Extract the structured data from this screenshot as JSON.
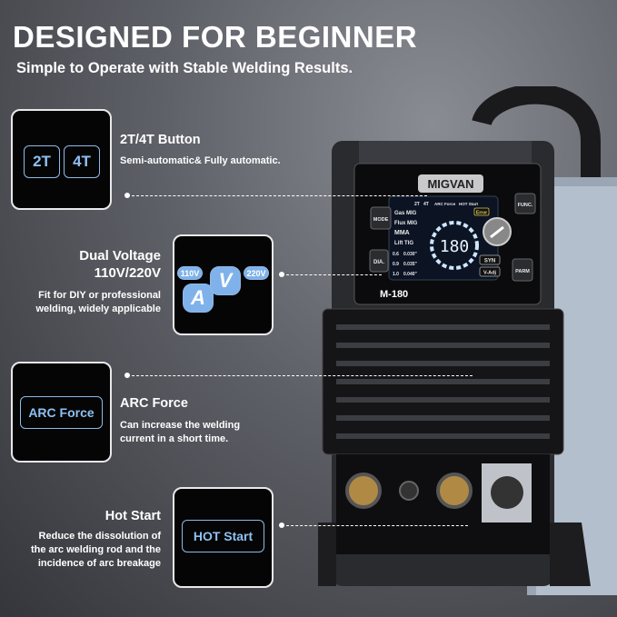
{
  "header": {
    "title": "DESIGNED FOR BEGINNER",
    "subtitle": "Simple to Operate with Stable Welding Results."
  },
  "features": [
    {
      "title": "2T/4T Button",
      "desc": [
        "Semi-automatic& Fully automatic."
      ],
      "keys": [
        "2T",
        "4T"
      ]
    },
    {
      "title": [
        "Dual Voltage",
        "110V/220V"
      ],
      "desc": [
        "Fit for DIY or professional",
        "welding, widely applicable"
      ],
      "keys": [
        "110V",
        "A",
        "V",
        "220V"
      ]
    },
    {
      "title": "ARC Force",
      "desc": [
        "Can increase the welding",
        "current in a short time."
      ],
      "keys": [
        "ARC Force"
      ]
    },
    {
      "title": "Hot Start",
      "desc": [
        "Reduce the dissolution of",
        "the arc welding rod and the",
        "incidence of arc breakage"
      ],
      "keys": [
        "HOT Start"
      ]
    }
  ],
  "machine": {
    "brand": "MIGVAN",
    "model": "M-180",
    "display": "180",
    "buttons": [
      "MODE",
      "DIA.",
      "FUNC.",
      "PARM",
      "SYN",
      "V-Adj"
    ],
    "modes": [
      "Gas MIG",
      "Flux MIG",
      "MMA",
      "Lift TIG"
    ],
    "top_keys": [
      "2T",
      "4T",
      "ARC Force",
      "HOT Start"
    ],
    "wire": [
      "0.6",
      "0.030\"",
      "0.9",
      "0.035\"",
      "1.0",
      "0.040\""
    ],
    "error": "Error"
  },
  "colors": {
    "accent": "#8fc0f2",
    "panel": "#050505"
  }
}
